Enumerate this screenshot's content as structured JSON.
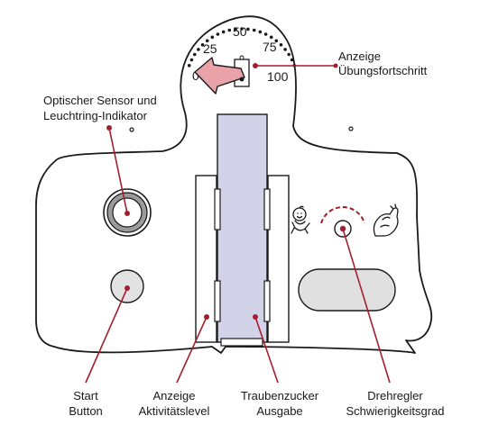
{
  "colors": {
    "accent": "#a31f2e",
    "outline": "#1a1a1a",
    "chute_fill": "#d2d2e8",
    "button_fill": "#e2e2e2",
    "window_fill": "#e0e0e0",
    "arrow_fill": "#e8a2a8"
  },
  "dial": {
    "ticks": [
      "0",
      "25",
      "50",
      "75",
      "100"
    ],
    "pointer_value": 10
  },
  "labels": {
    "progress_display": [
      "Anzeige",
      "Übungsfortschritt"
    ],
    "optical_sensor": [
      "Optischer Sensor und",
      "Leuchtring-Indikator"
    ],
    "start_button": [
      "Start",
      "Button"
    ],
    "activity_display": [
      "Anzeige",
      "Aktivitätslevel"
    ],
    "glucose_output": [
      "Traubenzucker",
      "Ausgabe"
    ],
    "difficulty_knob": [
      "Drehregler",
      "Schwierigkeitsgrad"
    ]
  },
  "icons": {
    "easy": "happy-baby-icon",
    "hard": "flexing-arm-icon"
  }
}
